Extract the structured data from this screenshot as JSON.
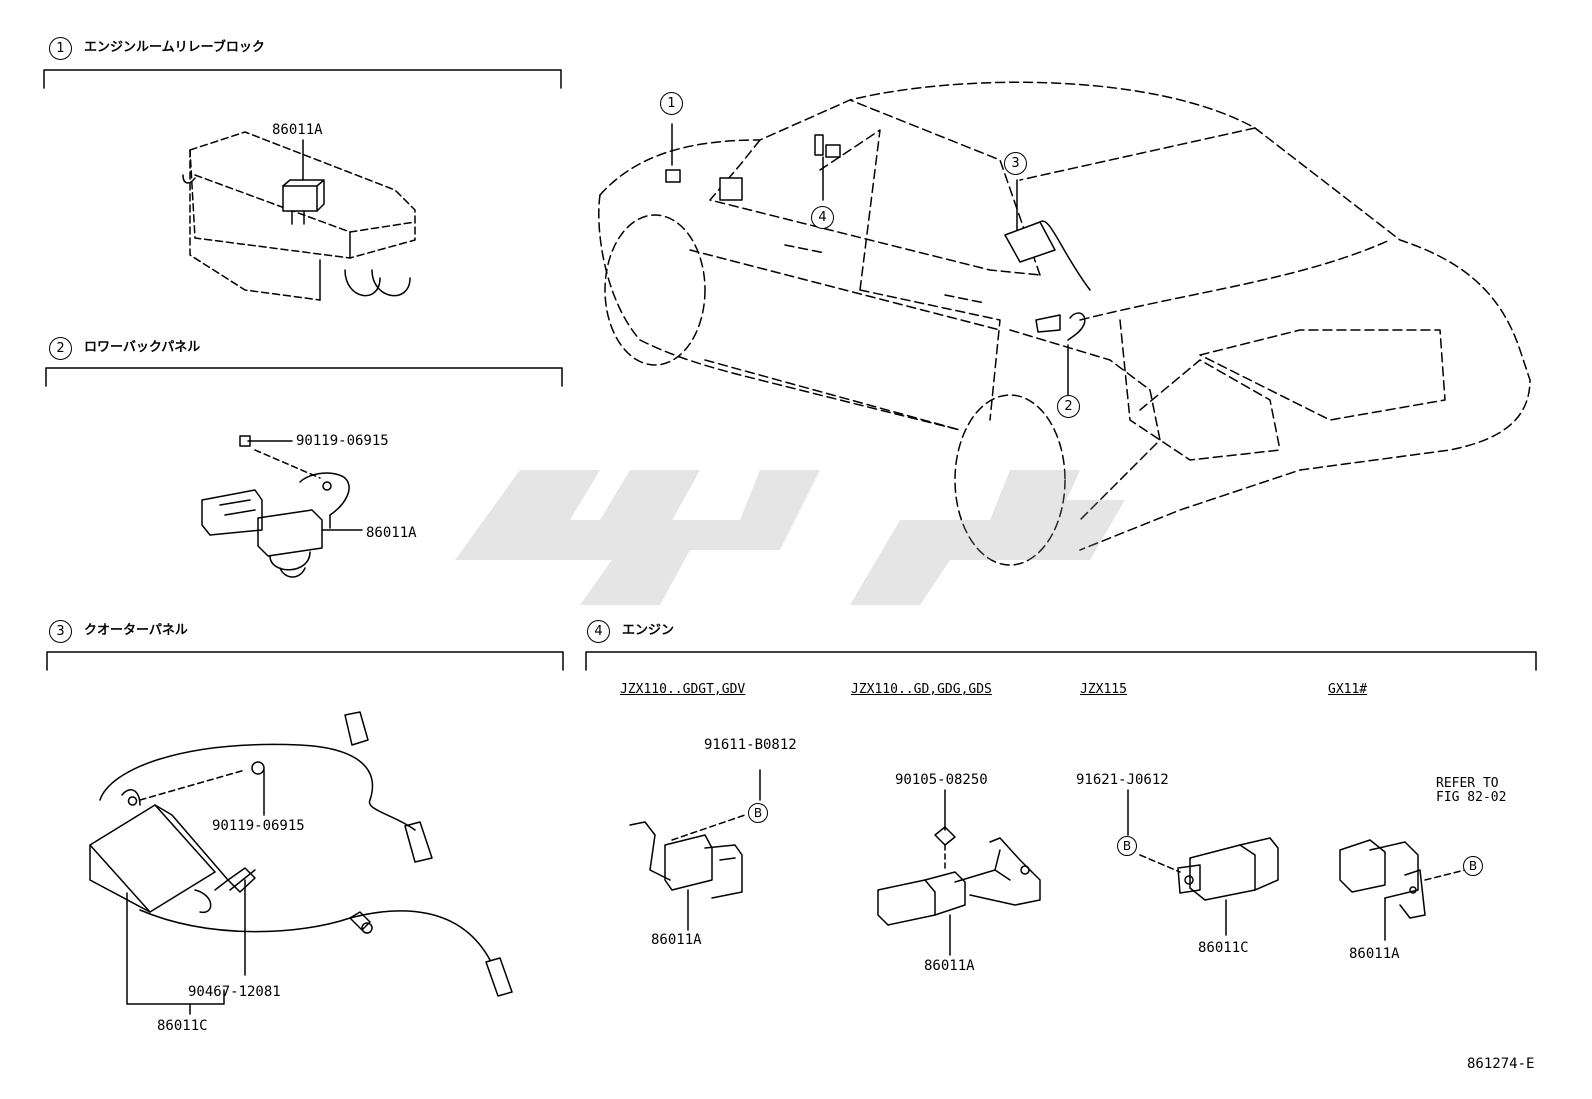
{
  "sections": [
    {
      "num": "1",
      "title": "エンジンルームリレーブロック"
    },
    {
      "num": "2",
      "title": "ロワーバックパネル"
    },
    {
      "num": "3",
      "title": "クオーターパネル"
    },
    {
      "num": "4",
      "title": "エンジン"
    }
  ],
  "car_callouts": [
    "1",
    "2",
    "3",
    "4"
  ],
  "sec1": {
    "part": "86011A"
  },
  "sec2": {
    "bolt": "90119-06915",
    "part": "86011A"
  },
  "sec3": {
    "bolt": "90119-06915",
    "clip": "90467-12081",
    "part": "86011C"
  },
  "sec4": {
    "variants": [
      {
        "model": "JZX110..GDGT,GDV",
        "fastener": "91611-B0812",
        "part": "86011A"
      },
      {
        "model": "JZX110..GD,GDG,GDS",
        "fastener": "90105-08250",
        "part": "86011A"
      },
      {
        "model": "JZX115",
        "fastener": "91621-J0612",
        "part": "86011C"
      },
      {
        "model": "GX11#",
        "refer_line1": "REFER TO",
        "refer_line2": "FIG 82-02",
        "part": "86011A"
      }
    ],
    "b_marker": "B"
  },
  "footer_code": "861274-E"
}
